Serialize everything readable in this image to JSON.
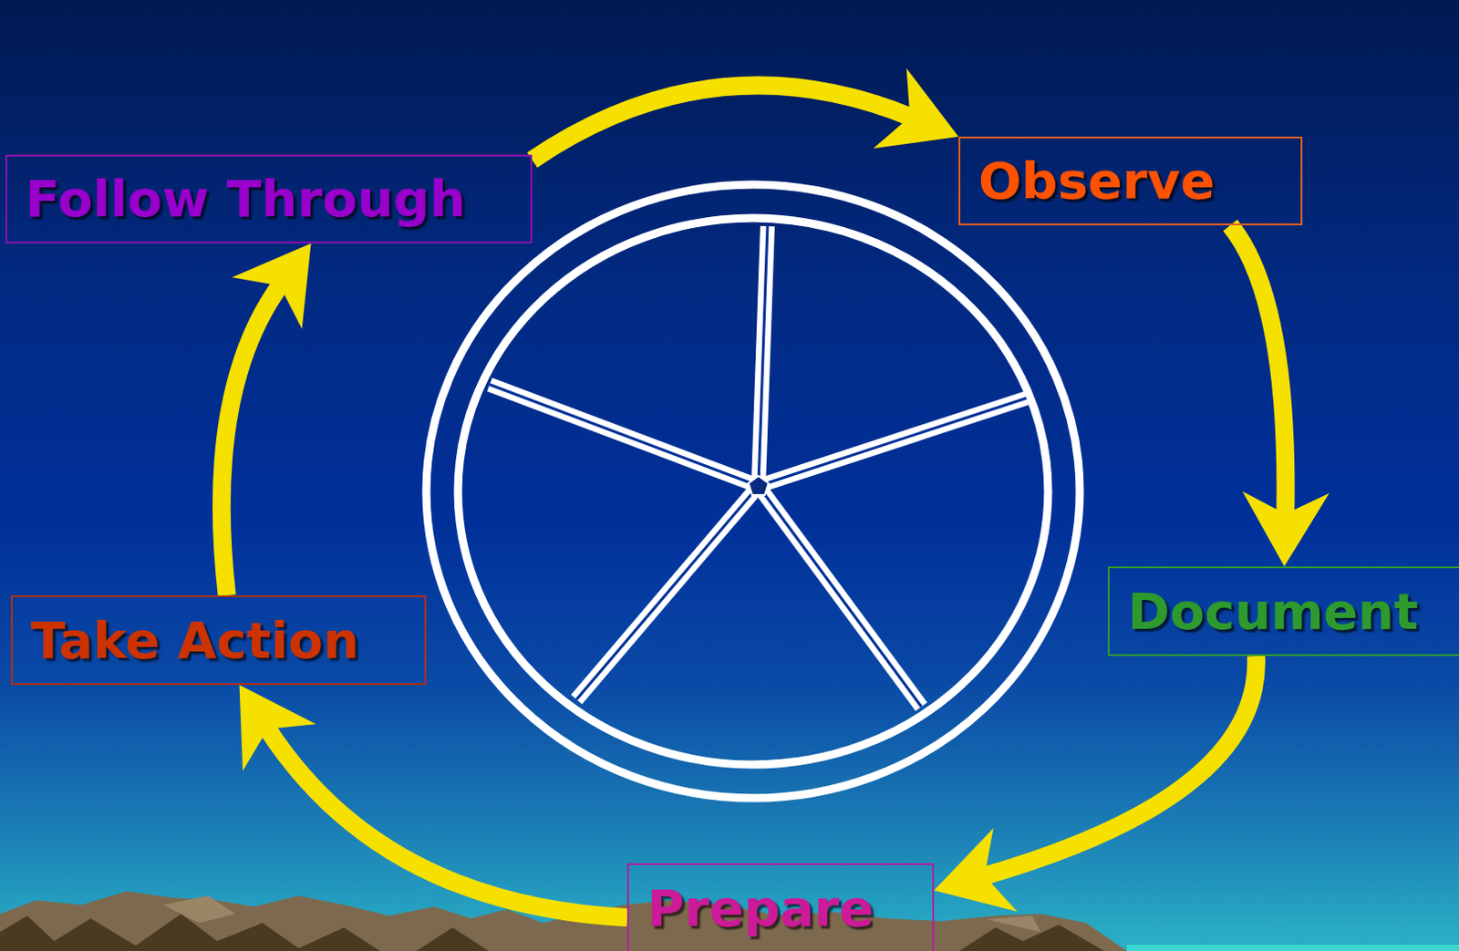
{
  "diagram": {
    "nodes": [
      {
        "text": [
          "Observe"
        ]
      },
      {
        "text": [
          "Document"
        ]
      },
      {
        "text": [
          "Prepare"
        ]
      },
      {
        "text": [
          "Take Action"
        ]
      },
      {
        "text": [
          "Follow Through"
        ]
      }
    ],
    "edges": [
      {
        "from": 4,
        "to": 0,
        "arrow": "to"
      },
      {
        "from": 0,
        "to": 1,
        "arrow": "to"
      },
      {
        "from": 1,
        "to": 2,
        "arrow": "to"
      },
      {
        "from": 2,
        "to": 3,
        "arrow": "to"
      },
      {
        "from": 3,
        "to": 4,
        "arrow": "to"
      }
    ]
  }
}
